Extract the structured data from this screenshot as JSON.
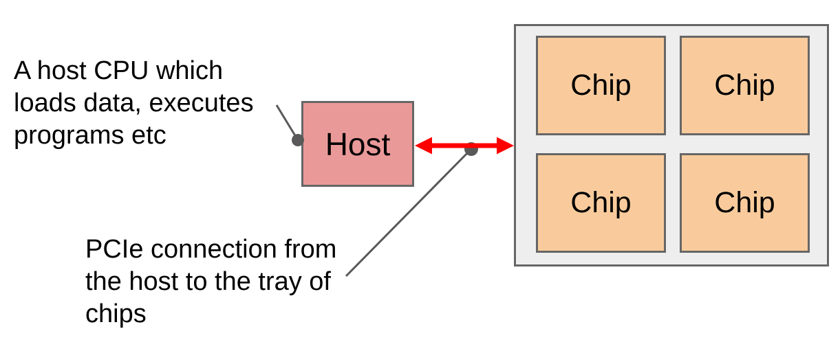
{
  "colors": {
    "background": "#ffffff",
    "text": "#000000",
    "host_fill": "#ea9999",
    "chip_fill": "#f9cb9c",
    "tray_fill": "#eeeeee",
    "shape_border": "#666666",
    "connector": "#595959",
    "arrow": "#ff0000"
  },
  "annotations": {
    "host_cpu": {
      "lines": [
        "A host CPU which",
        "loads data, executes",
        "programs etc"
      ]
    },
    "pcie": {
      "lines": [
        "PCIe connection from",
        "the host to the tray of",
        "chips"
      ]
    }
  },
  "host_box": {
    "label": "Host"
  },
  "tray": {
    "chips": [
      "Chip",
      "Chip",
      "Chip",
      "Chip"
    ]
  }
}
